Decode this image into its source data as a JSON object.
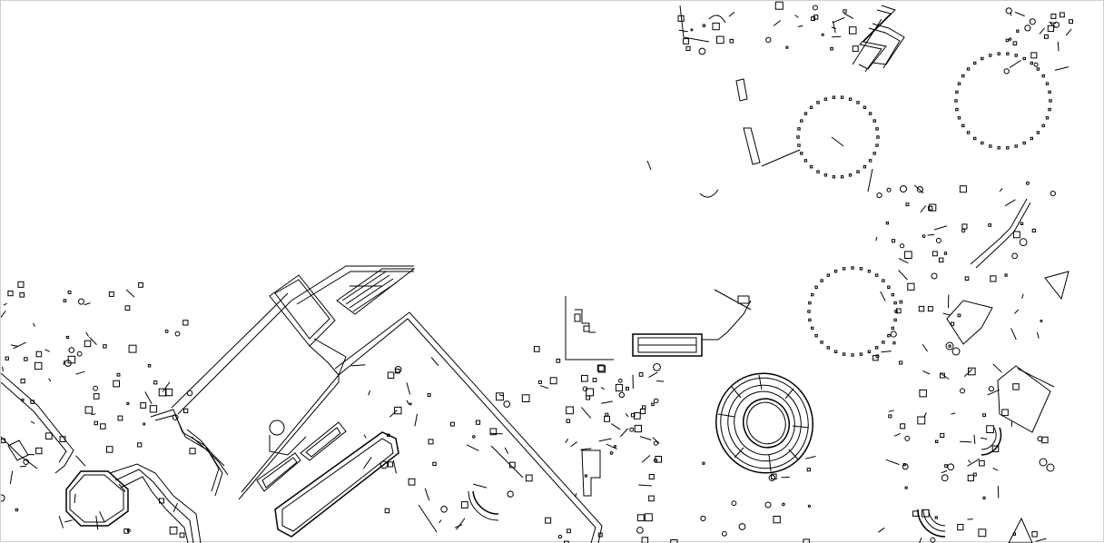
{
  "map": {
    "background": "#ffffff",
    "ink_color": "#000000",
    "style": "monochrome line-drawing site plan",
    "features": [
      {
        "name": "amphitheater-ellipse",
        "kind": "elliptical arena"
      },
      {
        "name": "large-walled-enclosure",
        "kind": "rectangular walled precinct"
      },
      {
        "name": "octagonal-structure",
        "kind": "octagon building"
      },
      {
        "name": "stoa-building",
        "kind": "colonnaded rectangle"
      },
      {
        "name": "dotted-circle-north",
        "kind": "ring of post holes"
      },
      {
        "name": "dotted-circle-northeast",
        "kind": "ring of post holes"
      },
      {
        "name": "dotted-circle-east",
        "kind": "ring of post holes"
      },
      {
        "name": "meander-structure-north",
        "kind": "maze-like walls"
      },
      {
        "name": "theater-arc-southeast",
        "kind": "semicircular seating"
      }
    ]
  }
}
